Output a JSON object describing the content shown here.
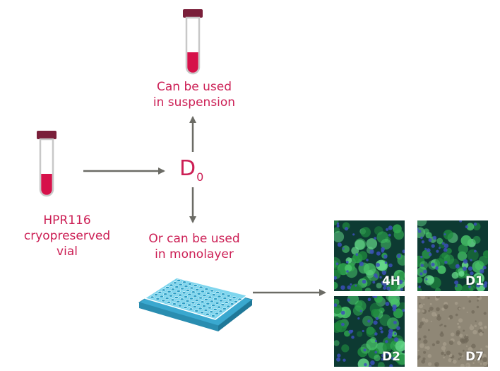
{
  "labels": {
    "suspension": "Can be used\nin suspension",
    "vial": "HPR116\ncryopreserved\nvial",
    "monolayer": "Or can be used\nin monolayer",
    "d0_main": "D",
    "d0_sub": "0"
  },
  "panels": [
    {
      "label": "4H",
      "style": "fluorescent"
    },
    {
      "label": "D1",
      "style": "fluorescent"
    },
    {
      "label": "D2",
      "style": "fluorescent"
    },
    {
      "label": "D7",
      "style": "brightfield"
    }
  ],
  "colors": {
    "accent": "#cc1f55",
    "arrow": "#6b6b65",
    "tube_cap": "#7a1f3a",
    "tube_liquid": "#d6114a",
    "plate": "#56c2e0"
  }
}
